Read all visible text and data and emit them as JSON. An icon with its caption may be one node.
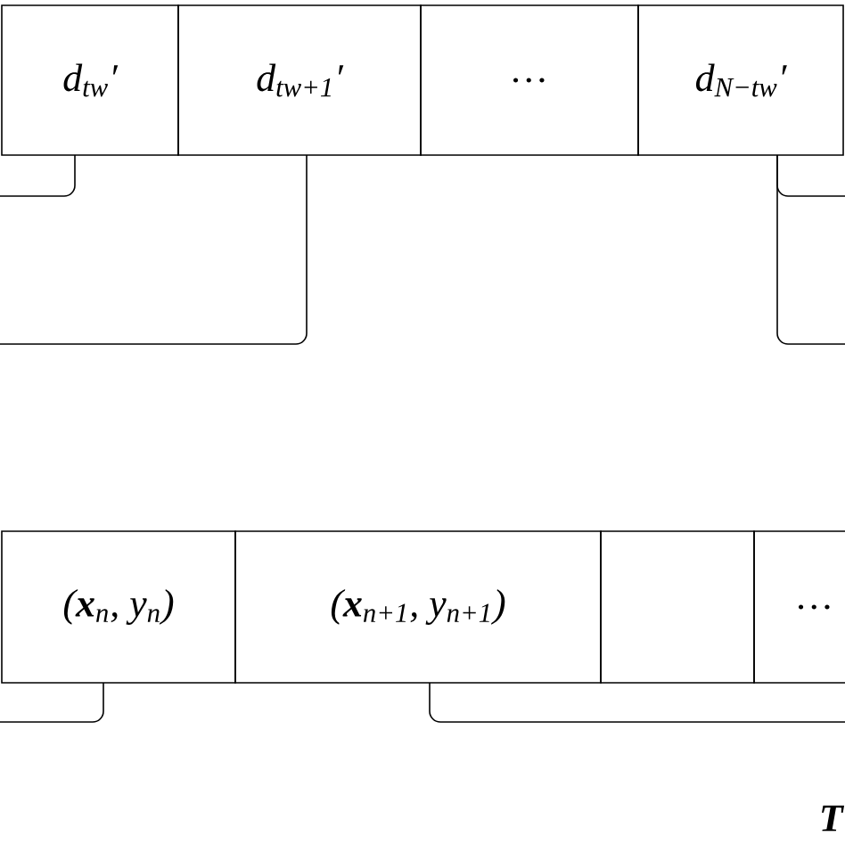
{
  "diagram": {
    "nodes": [
      {
        "text": [
          "d$_{tw}$′"
        ]
      },
      {
        "text": [
          "d$_{tw+1}$′"
        ]
      },
      {
        "text": [
          "…"
        ]
      },
      {
        "text": [
          "d$_{N−tw}$′"
        ]
      },
      {
        "text": [
          "(**x**$_{n}$, y$_{n}$)"
        ]
      },
      {
        "text": [
          "(**x**$_{n+1}$, y$_{n+1}$)"
        ]
      },
      {
        "text": [],
        "shape": "box"
      },
      {
        "text": [
          "…"
        ]
      }
    ],
    "labels": [
      "T"
    ]
  }
}
